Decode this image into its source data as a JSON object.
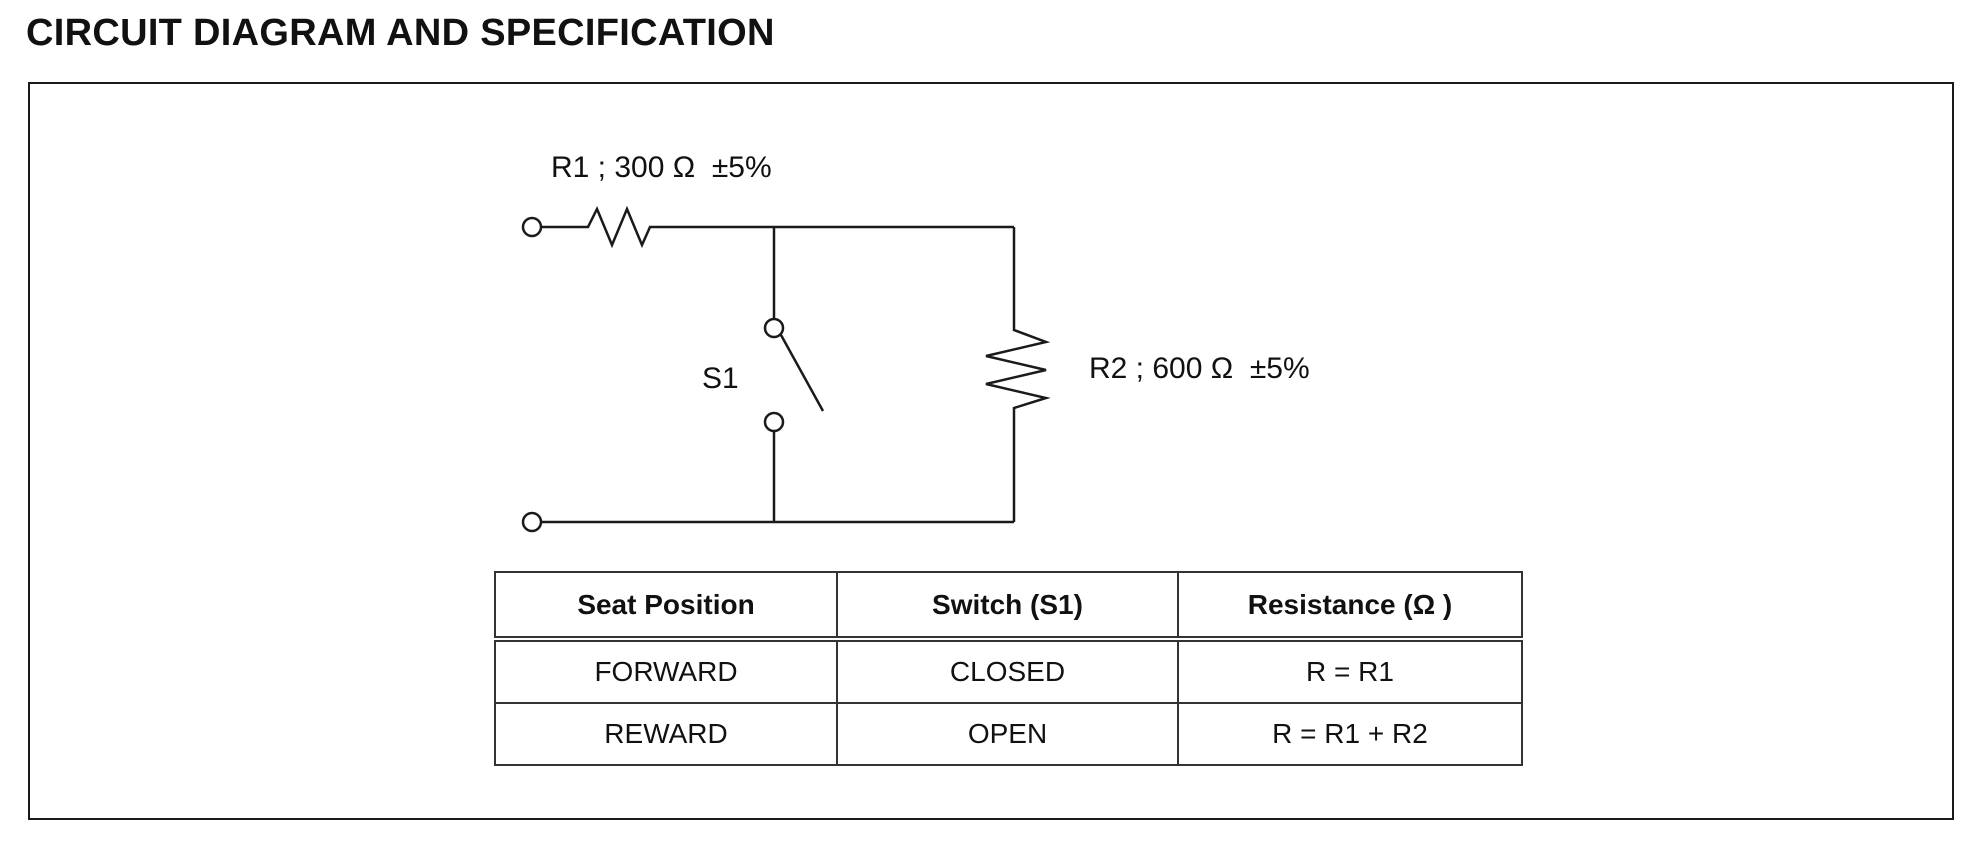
{
  "title": "CIRCUIT DIAGRAM AND SPECIFICATION",
  "circuit": {
    "r1_label": "R1 ; 300 Ω  ±5%",
    "r2_label": "R2 ; 600 Ω  ±5%",
    "s1_label": "S1"
  },
  "table": {
    "headers": [
      "Seat Position",
      "Switch (S1)",
      "Resistance (Ω )"
    ],
    "rows": [
      [
        "FORWARD",
        "CLOSED",
        "R = R1"
      ],
      [
        "REWARD",
        "OPEN",
        "R = R1 + R2"
      ]
    ]
  }
}
